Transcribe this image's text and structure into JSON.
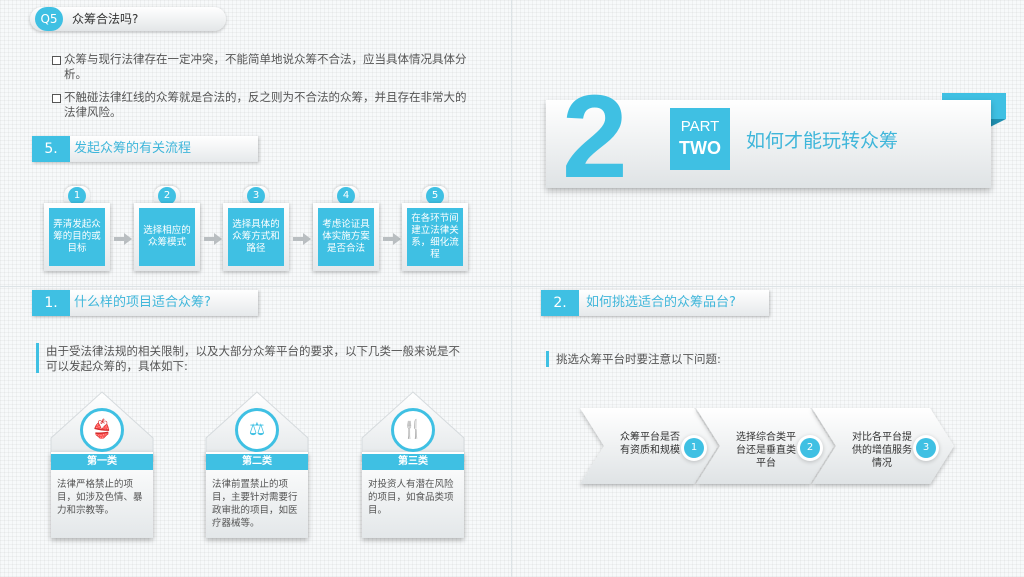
{
  "q5": {
    "badge": "Q5",
    "title": "众筹合法吗?",
    "bullets": [
      "众筹与现行法律存在一定冲突，不能简单地说众筹不合法，应当具体情况具体分析。",
      "不触碰法律红线的众筹就是合法的，反之则为不合法的众筹，并且存在非常大的法律风险。"
    ]
  },
  "section5": {
    "num": "5.",
    "title": "发起众筹的有关流程",
    "steps": [
      {
        "num": "1",
        "text": "弄清发起众筹的目的或目标"
      },
      {
        "num": "2",
        "text": "选择相应的众筹模式"
      },
      {
        "num": "3",
        "text": "选择具体的众筹方式和路径"
      },
      {
        "num": "4",
        "text": "考虑论证具体实施方案是否合法"
      },
      {
        "num": "5",
        "text": "在各环节间建立法律关系，细化流程"
      }
    ]
  },
  "part_two": {
    "big_number": "2",
    "part_label": "PART",
    "two_label": "TWO",
    "title": "如何才能玩转众筹"
  },
  "section1": {
    "num": "1.",
    "title": "什么样的项目适合众筹?",
    "intro": "由于受法律法规的相关限制，以及大部分众筹平台的要求，以下几类一般来说是不可以发起众筹的，具体如下:",
    "cards": [
      {
        "label": "第一类",
        "icon": "bikini-icon",
        "glyph": "👙",
        "text": "法律严格禁止的项目，如涉及色情、暴力和宗教等。"
      },
      {
        "label": "第二类",
        "icon": "gavel-icon",
        "glyph": "⚖",
        "text": "法律前置禁止的项目，主要针对需要行政审批的项目，如医疗器械等。"
      },
      {
        "label": "第三类",
        "icon": "fork-knife-icon",
        "glyph": "🍴",
        "text": "对投资人有潜在风险的项目，如食品类项目。"
      }
    ]
  },
  "section2": {
    "num": "2.",
    "title": "如何挑选适合的众筹品台?",
    "intro": "挑选众筹平台时要注意以下问题:",
    "items": [
      {
        "num": "1",
        "text": "众筹平台是否有资质和规模"
      },
      {
        "num": "2",
        "text": "选择综合类平台还是垂直类平台"
      },
      {
        "num": "3",
        "text": "对比各平台提供的增值服务情况"
      }
    ]
  },
  "colors": {
    "accent": "#3fc0e3",
    "accent_dark": "#1f8fb0",
    "text": "#555555"
  }
}
